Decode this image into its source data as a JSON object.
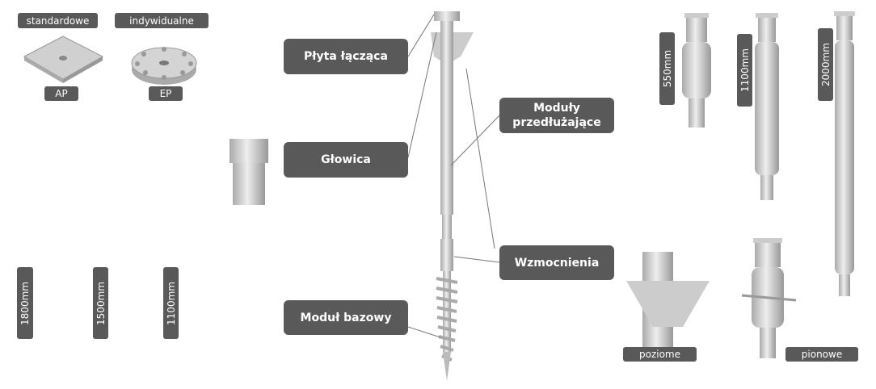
{
  "plates": {
    "standard_label": "standardowe",
    "custom_label": "indywidualne",
    "ap": "AP",
    "ep": "EP"
  },
  "base_lengths": [
    "1800mm",
    "1500mm",
    "1100mm"
  ],
  "callouts": {
    "plate": "Płyta łącząca",
    "head": "Głowica",
    "base": "Moduł bazowy",
    "extensions": "Moduły przedłużające",
    "reinforcements": "Wzmocnienia"
  },
  "extension_lengths": [
    "550mm",
    "1100mm",
    "2000mm"
  ],
  "reinforcement_types": {
    "horizontal": "poziome",
    "vertical": "pionowe"
  },
  "colors": {
    "label_bg": "#595959",
    "part": "#d4d4d4"
  }
}
